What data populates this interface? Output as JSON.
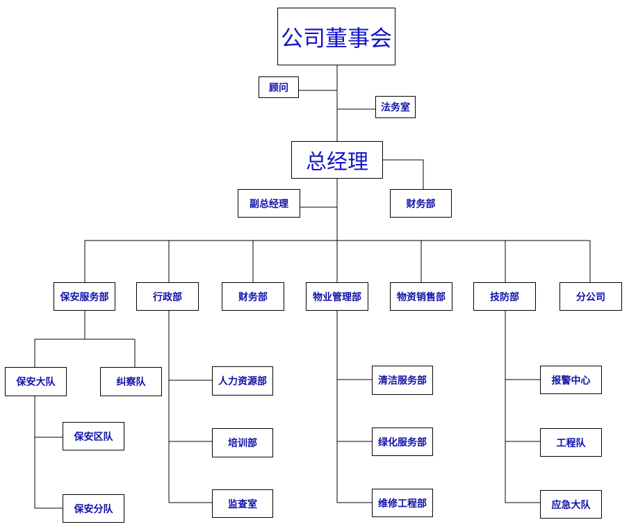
{
  "org_chart": {
    "board": "公司董事会",
    "advisor": "顾问",
    "legal": "法务室",
    "general_manager": "总经理",
    "deputy_gm": "副总经理",
    "finance_top": "财务部",
    "departments": {
      "security": "保安服务部",
      "admin": "行政部",
      "finance": "财务部",
      "property": "物业管理部",
      "sales": "物资销售部",
      "tech": "技防部",
      "branch": "分公司"
    },
    "security_sub": {
      "brigade": "保安大队",
      "inspection": "纠察队",
      "district": "保安区队",
      "squad": "保安分队"
    },
    "admin_sub": {
      "hr": "人力资源部",
      "training": "培训部",
      "audit": "监查室"
    },
    "property_sub": {
      "cleaning": "清洁服务部",
      "greening": "绿化服务部",
      "repair": "维修工程部"
    },
    "tech_sub": {
      "alarm": "报警中心",
      "engineering": "工程队",
      "emergency": "应急大队"
    }
  }
}
